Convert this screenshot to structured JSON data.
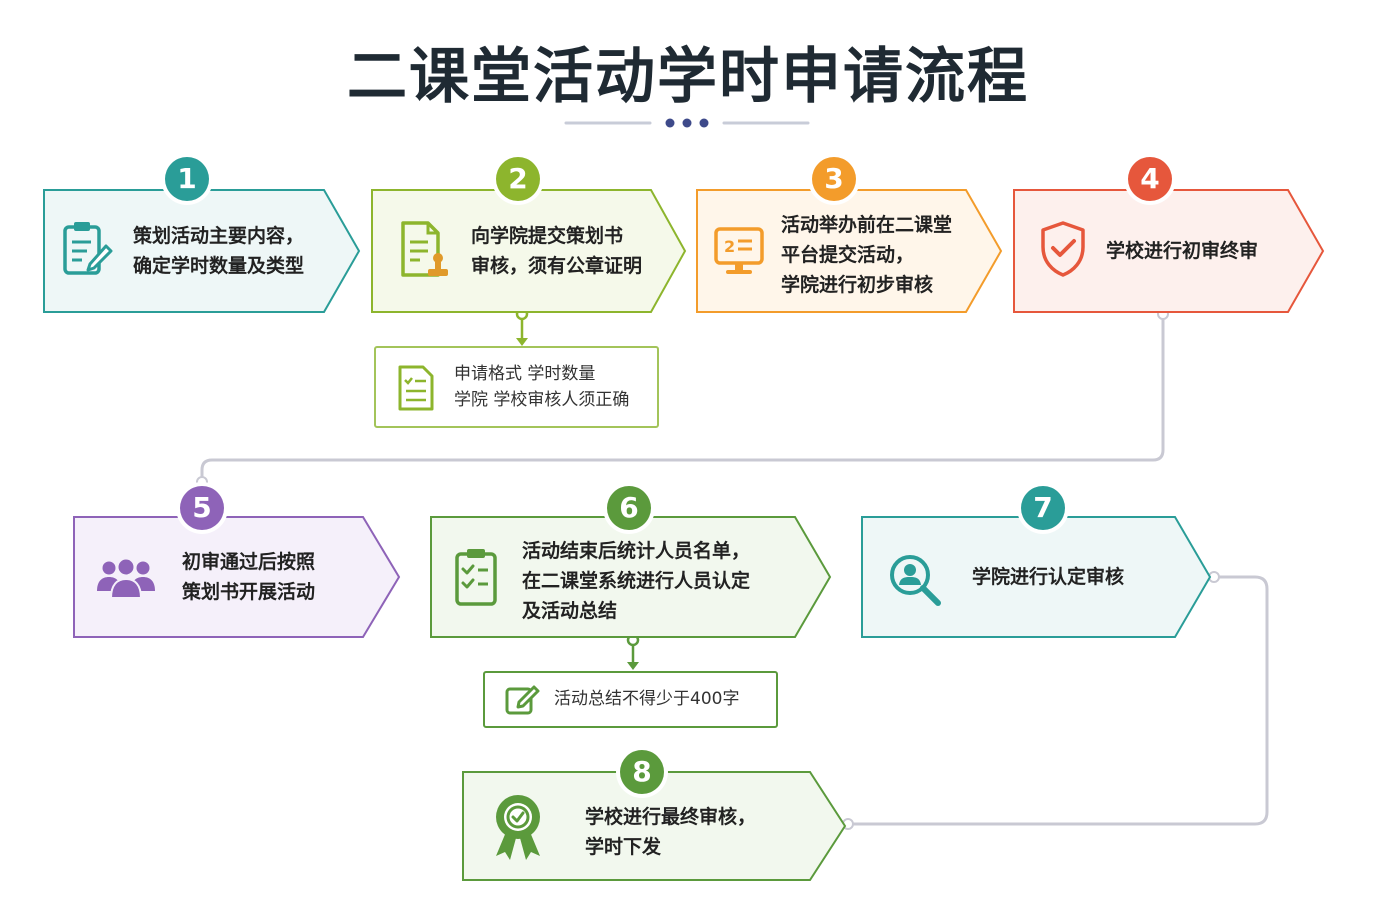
{
  "title": "二课堂活动学时申请流程",
  "steps": [
    {
      "num": "1",
      "text": "策划活动主要内容，\n确定学时数量及类型",
      "color": "#2a9d98",
      "fill": "#eef7f7",
      "icon": "clipboard-pen-icon"
    },
    {
      "num": "2",
      "text": "向学院提交策划书\n审核，须有公章证明",
      "color": "#8db52d",
      "fill": "#f5f9ea",
      "icon": "document-stamp-icon"
    },
    {
      "num": "3",
      "text": "活动举办前在二课堂\n平台提交活动，\n学院进行初步审核",
      "color": "#f39c2b",
      "fill": "#fff6ea",
      "icon": "monitor-icon"
    },
    {
      "num": "4",
      "text": "学校进行初审终审",
      "color": "#e6573c",
      "fill": "#fdf0ed",
      "icon": "shield-check-icon"
    },
    {
      "num": "5",
      "text": "初审通过后按照\n策划书开展活动",
      "color": "#8e63b8",
      "fill": "#f5f0fa",
      "icon": "people-icon"
    },
    {
      "num": "6",
      "text": "活动结束后统计人员名单，\n在二课堂系统进行人员认定\n及活动总结",
      "color": "#5b9a3c",
      "fill": "#f2f8ee",
      "icon": "checklist-icon"
    },
    {
      "num": "7",
      "text": "学院进行认定审核",
      "color": "#2a9d98",
      "fill": "#eef7f7",
      "icon": "search-user-icon"
    },
    {
      "num": "8",
      "text": "学校进行最终审核，\n学时下发",
      "color": "#5b9a3c",
      "fill": "#f2f8ee",
      "icon": "award-badge-icon"
    }
  ],
  "notes": [
    {
      "text": "申请格式  学时数量\n学院  学校审核人须正确",
      "icon": "document-list-icon"
    },
    {
      "text": "活动总结不得少于400字",
      "icon": "edit-icon"
    }
  ],
  "colors": {
    "connector": "#c9c9d3",
    "title": "#1f2a33",
    "divider": "#c8ccd8",
    "divider_dots": "#3e4a8a"
  }
}
